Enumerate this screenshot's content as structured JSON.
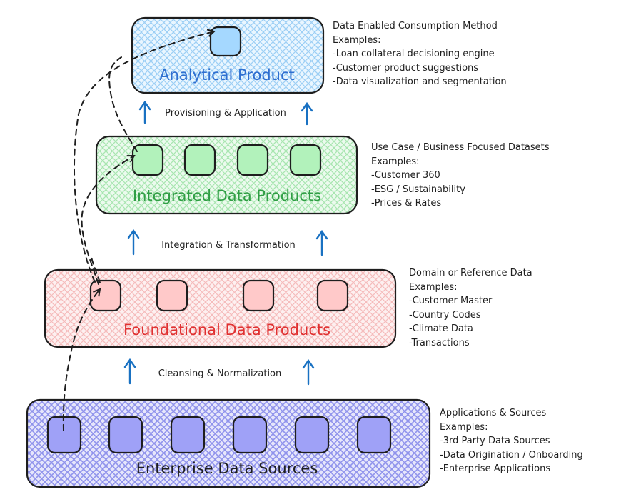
{
  "layers": [
    {
      "id": "analytical",
      "title": "Analytical Product",
      "title_color": "#2f6fd0",
      "fill_color": "#a5d8ff",
      "hatch_color": "#9ccff5",
      "node_count": 1,
      "note": {
        "heading": "Data Enabled Consumption Method",
        "examples_label": "Examples:",
        "items": [
          "-Loan collateral decisioning engine",
          "-Customer product suggestions",
          "-Data visualization and segmentation"
        ]
      }
    },
    {
      "id": "integrated",
      "title": "Integrated Data Products",
      "title_color": "#2f9e44",
      "fill_color": "#b2f2bb",
      "hatch_color": "#a8e6b0",
      "node_count": 4,
      "note": {
        "heading": "Use Case / Business Focused Datasets",
        "examples_label": "Examples:",
        "items": [
          "-Customer 360",
          "-ESG / Sustainability",
          "-Prices & Rates"
        ]
      }
    },
    {
      "id": "foundational",
      "title": "Foundational Data Products",
      "title_color": "#e03131",
      "fill_color": "#ffc9c9",
      "hatch_color": "#f5bcbc",
      "node_count": 4,
      "note": {
        "heading": "Domain or Reference Data",
        "examples_label": "Examples:",
        "items": [
          "-Customer Master",
          "-Country Codes",
          "-Climate Data",
          "-Transactions"
        ]
      }
    },
    {
      "id": "enterprise",
      "title": "Enterprise Data Sources",
      "title_color": "#1e1e1e",
      "fill_color": "#9fa1f7",
      "hatch_color": "#8f92ec",
      "node_count": 6,
      "note": {
        "heading": "Applications & Sources",
        "examples_label": "Examples:",
        "items": [
          "-3rd Party Data Sources",
          "-Data Origination / Onboarding",
          "-Enterprise Applications"
        ]
      }
    }
  ],
  "flows": [
    {
      "label": "Provisioning & Application",
      "arrow_color": "#1971c2"
    },
    {
      "label": "Integration & Transformation",
      "arrow_color": "#1971c2"
    },
    {
      "label": "Cleansing & Normalization",
      "arrow_color": "#1971c2"
    }
  ],
  "stroke_color": "#1e1e1e"
}
